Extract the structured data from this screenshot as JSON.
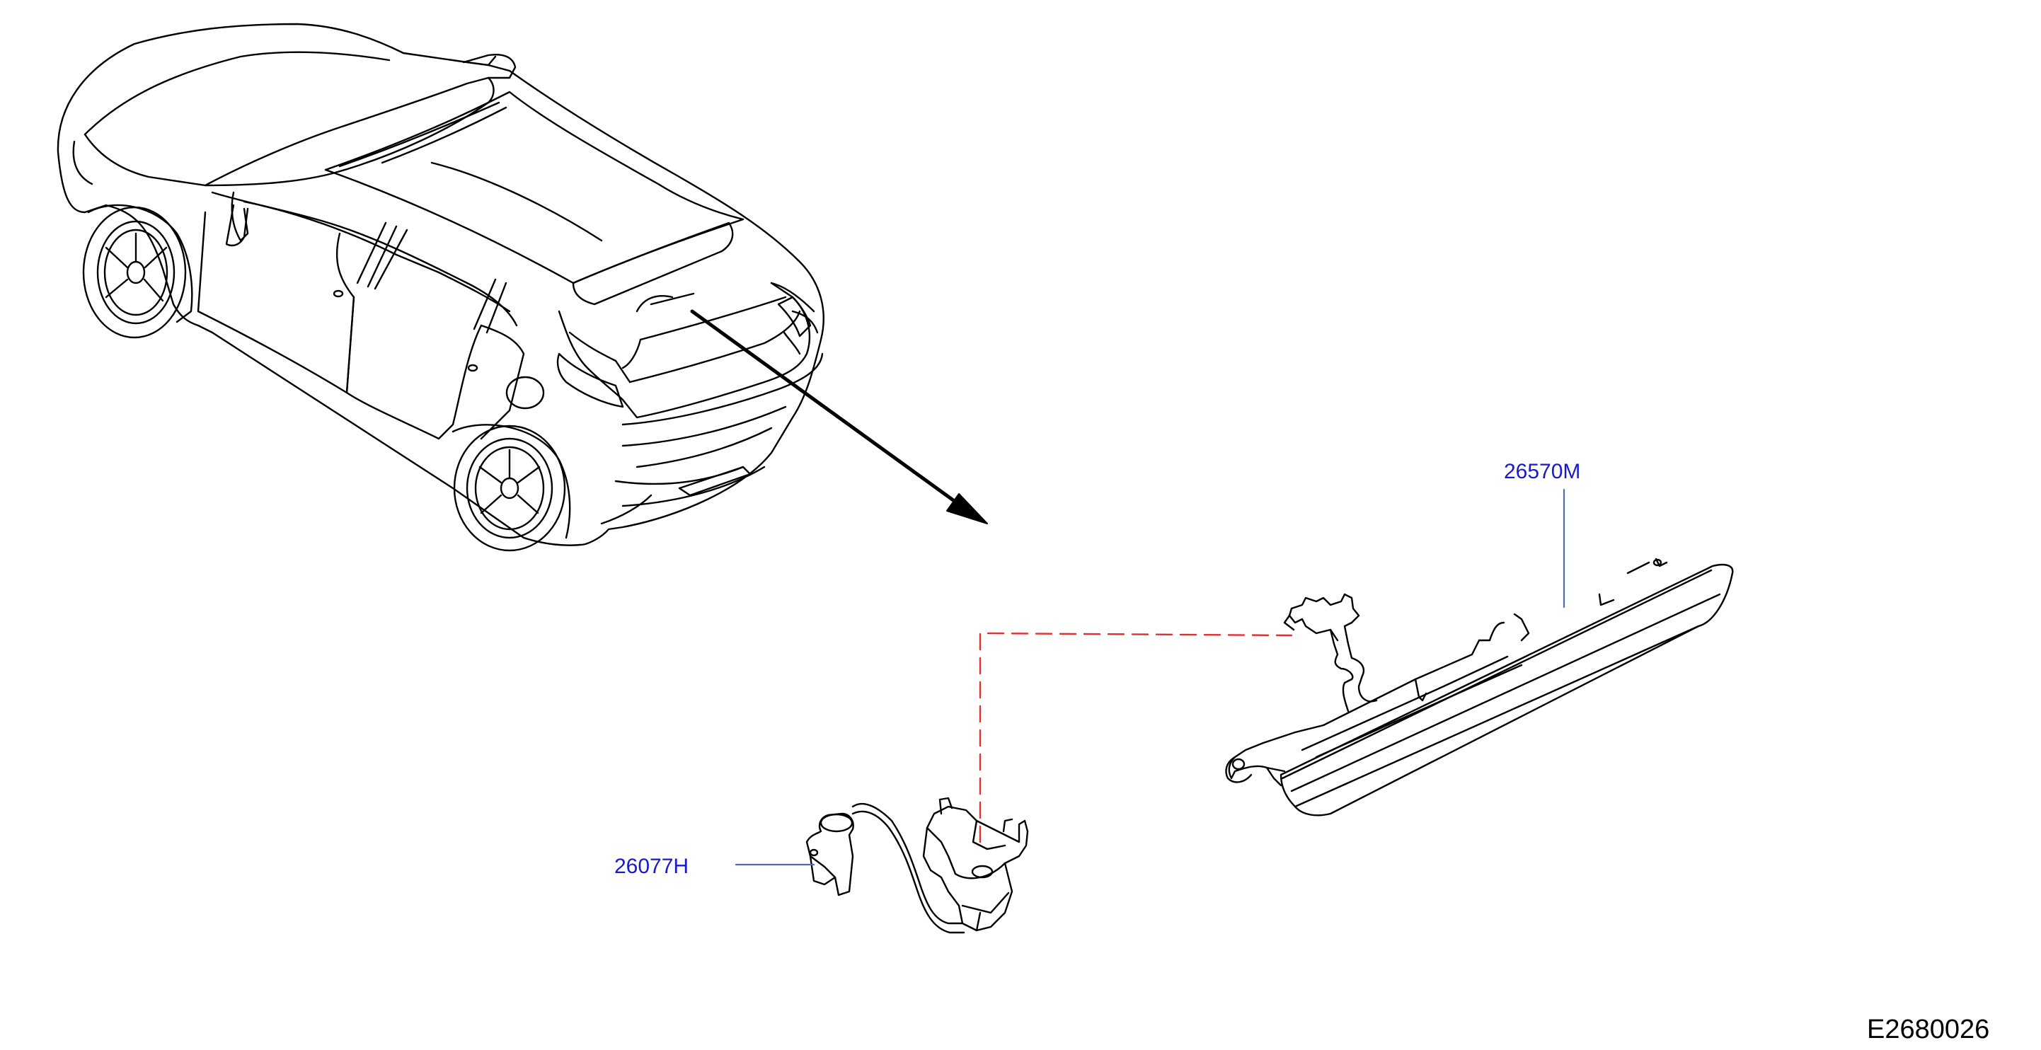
{
  "diagram": {
    "code": "E2680026",
    "callouts": [
      {
        "part_number": "26570M"
      },
      {
        "part_number": "26077H"
      }
    ],
    "colors": {
      "line_art": "#000000",
      "callout_text": "#1a1acc",
      "leader_line": "#4a6fb0",
      "dashed_connector": "#e03030"
    }
  }
}
